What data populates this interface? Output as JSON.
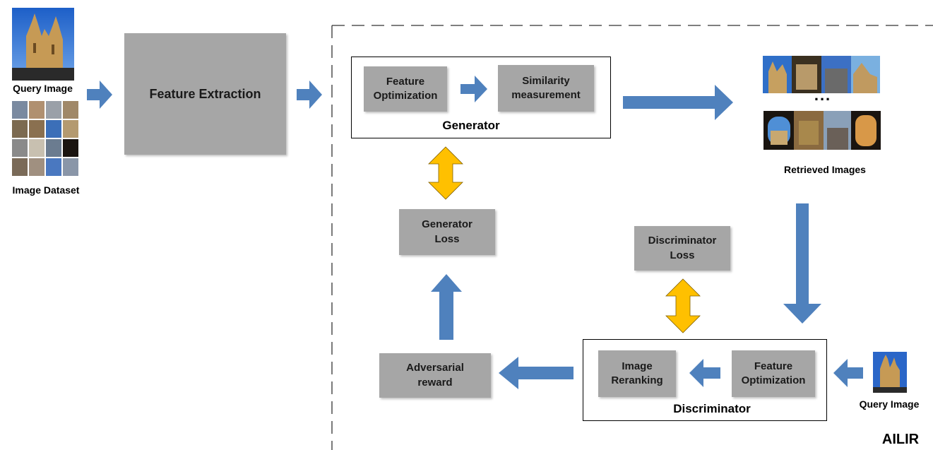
{
  "left": {
    "query_label": "Query Image",
    "dataset_label": "Image Dataset",
    "feature_extraction": "Feature Extraction"
  },
  "generator": {
    "title": "Generator",
    "feature_opt_1": "Feature",
    "feature_opt_2": "Optimization",
    "similarity_1": "Similarity",
    "similarity_2": "measurement"
  },
  "retrieved": {
    "label": "Retrieved Images",
    "ellipsis": "..."
  },
  "generator_loss": {
    "l1": "Generator",
    "l2": "Loss"
  },
  "discriminator_loss": {
    "l1": "Discriminator",
    "l2": "Loss"
  },
  "adversarial": {
    "l1": "Adversarial",
    "l2": "reward"
  },
  "discriminator": {
    "title": "Discriminator",
    "rerank_1": "Image",
    "rerank_2": "Reranking",
    "feature_opt_1": "Feature",
    "feature_opt_2": "Optimization"
  },
  "right_query_label": "Query Image",
  "system_name": "AILIR",
  "colors": {
    "box": "#a6a6a6",
    "blue_arrow": "#4f81bd",
    "yellow_arrow": "#ffc000",
    "sky": "#2e6fd0",
    "stone": "#c8a060"
  }
}
